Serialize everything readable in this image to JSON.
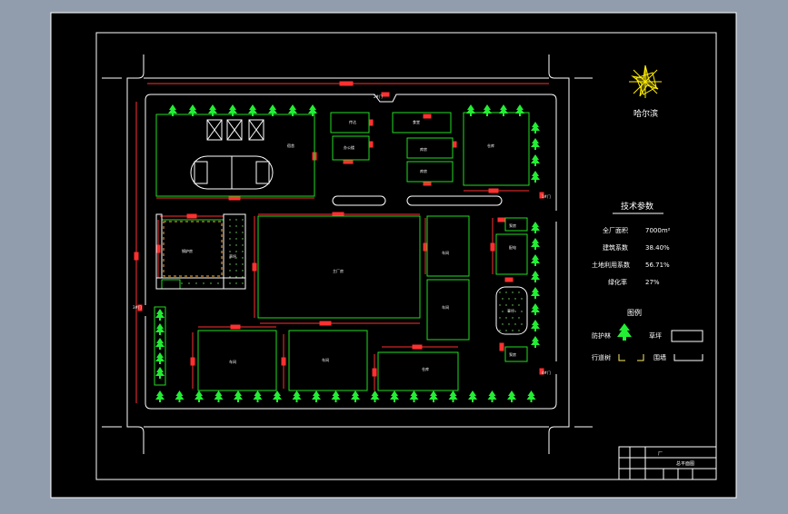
{
  "compass": {
    "label": "哈尔滨"
  },
  "tech_params": {
    "title": "技术参数",
    "rows": [
      {
        "label": "全厂面积",
        "value": "7000m²"
      },
      {
        "label": "建筑系数",
        "value": "38.40%"
      },
      {
        "label": "土地利用系数",
        "value": "56.71%"
      },
      {
        "label": "绿化率",
        "value": "27%"
      }
    ]
  },
  "legend": {
    "title": "图例",
    "items": [
      {
        "label": "防护林",
        "symbol": "tree"
      },
      {
        "label": "草坪",
        "symbol": "lawn"
      },
      {
        "label": "行道树",
        "symbol": "street-tree"
      },
      {
        "label": "围墙",
        "symbol": "wall"
      }
    ]
  },
  "title_block": {
    "name": "厂",
    "subtitle": "总平面图"
  },
  "colors": {
    "sheet": "#000000",
    "outline": "#ffffff",
    "building": "#22dd22",
    "tree": "#22ee33",
    "lawn_dots": "#77dd66",
    "dimension": "#ff3030",
    "compass": "#ffee00"
  }
}
